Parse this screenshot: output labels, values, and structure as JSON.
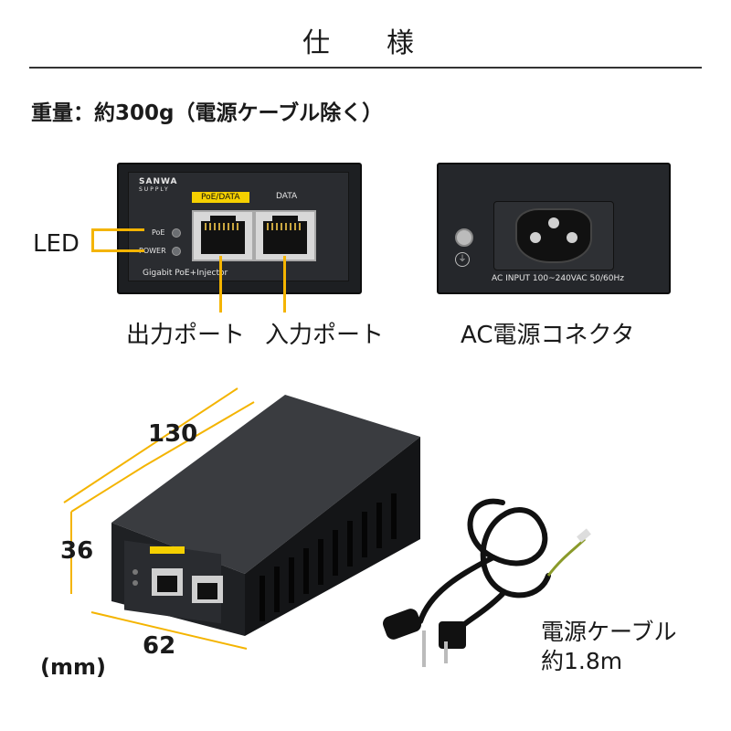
{
  "title": "仕　様",
  "weight_text": "重量：約300g（電源ケーブル除く）",
  "front_panel": {
    "brand": "SANWA",
    "brand_sub": "SUPPLY",
    "port1_label": "PoE/DATA",
    "port2_label": "DATA",
    "led_poe": "PoE",
    "led_power": "POWER",
    "model": "Gigabit PoE+Injector"
  },
  "back_panel": {
    "ac_text": "AC INPUT 100~240VAC 50/60Hz"
  },
  "callouts": {
    "led": "LED",
    "output_port": "出力ポート",
    "input_port": "入力ポート",
    "ac_connector": "AC電源コネクタ"
  },
  "dimensions": {
    "length": "130",
    "height": "36",
    "width": "62",
    "unit": "(mm)"
  },
  "cable": {
    "line1": "電源ケーブル",
    "line2": "約1.8m"
  },
  "colors": {
    "accent": "#f4b400",
    "device": "#1d1f22"
  }
}
